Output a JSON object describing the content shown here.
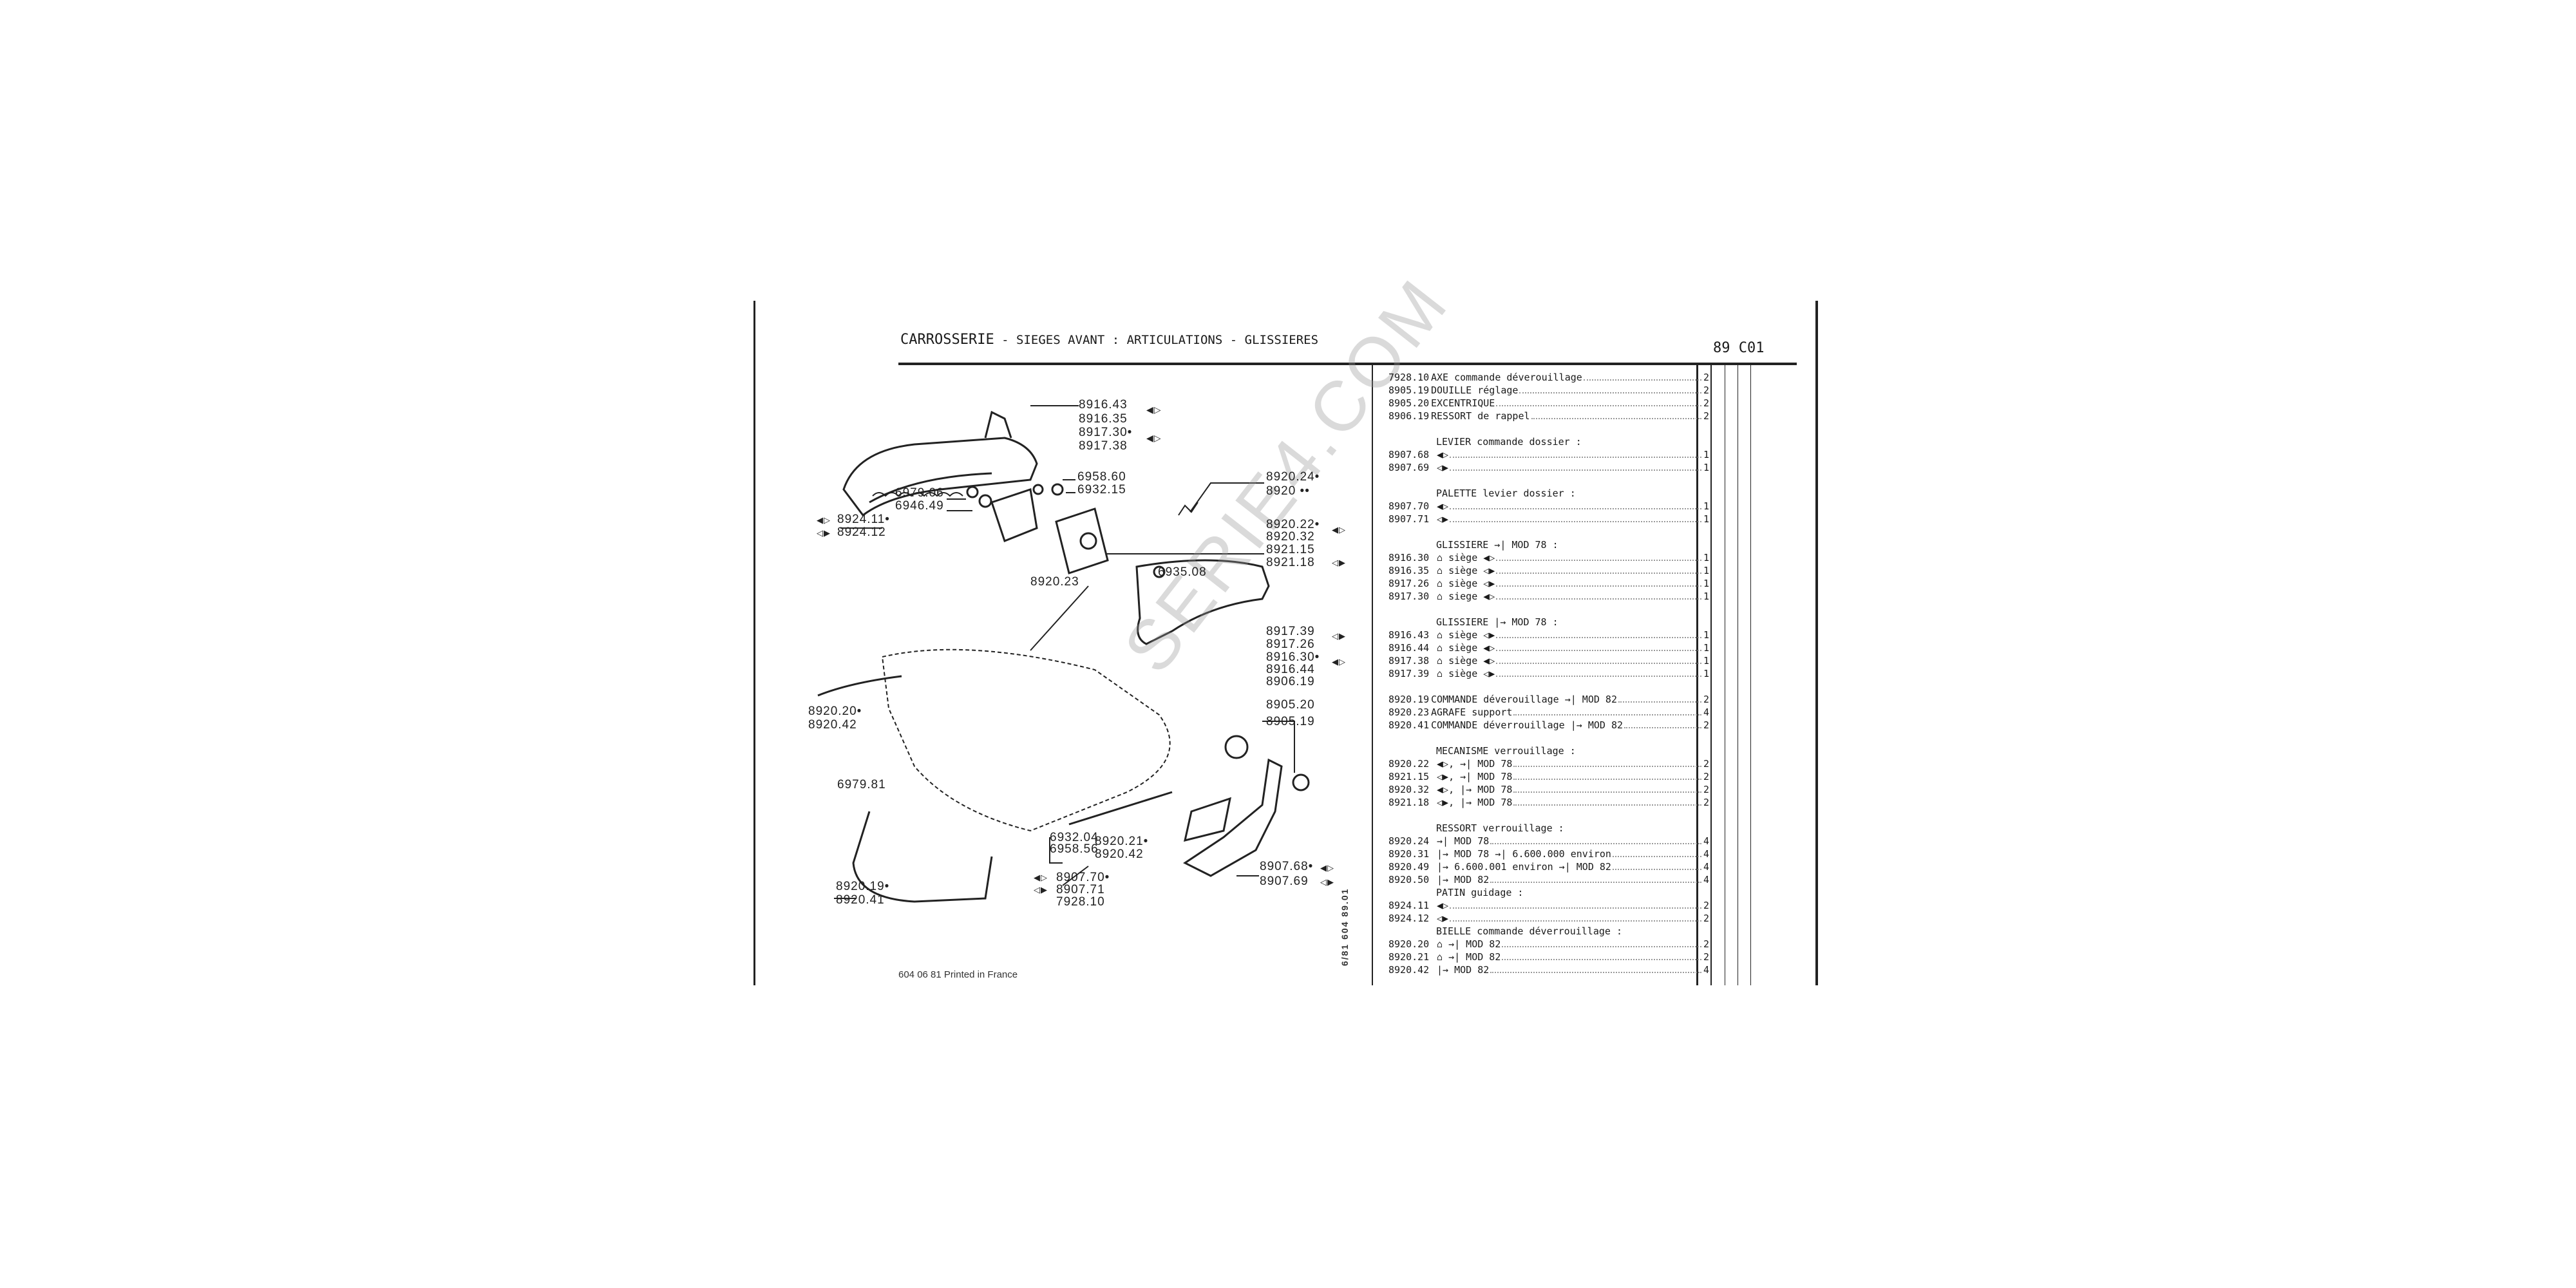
{
  "header": {
    "section": "CARROSSERIE",
    "subtitle": " - SIEGES AVANT : ARTICULATIONS - GLISSIERES",
    "page_code": "89 C01"
  },
  "watermark": "SERIE4.COM",
  "footer": {
    "printed": "604  06 81 Printed in France",
    "side_code": "6/81  604  89.01"
  },
  "diagram": {
    "labels": [
      "8916.43",
      "8916.35",
      "8917.30•",
      "8917.38",
      "6958.60",
      "6932.15",
      "6979.06",
      "6946.49",
      "8924.11•",
      "8924.12",
      "8920.24•",
      "8920 ••",
      "8920.22•",
      "8920.32",
      "8921.15",
      "8921.18",
      "6935.08",
      "8920.23",
      "8917.39",
      "8917.26",
      "8916.30•",
      "8916.44",
      "8906.19",
      "8905.20",
      "8905.19",
      "8920.20•",
      "8920.42",
      "6979.81",
      "6932.04",
      "6958.56",
      "8920.21•",
      "8920.42",
      "8920.19•",
      "8920.41",
      "8907.70•",
      "8907.71",
      "7928.10",
      "8907.68•",
      "8907.69"
    ],
    "symbols": [
      "◀▷",
      "◁▶"
    ]
  },
  "parts": [
    {
      "ref": "7928.10",
      "desc": "AXE commande déverouillage",
      "qty": "2"
    },
    {
      "ref": "8905.19",
      "desc": "DOUILLE réglage",
      "qty": "2"
    },
    {
      "ref": "8905.20",
      "desc": "EXCENTRIQUE",
      "qty": "2"
    },
    {
      "ref": "8906.19",
      "desc": "RESSORT de rappel",
      "qty": "2"
    },
    {
      "type": "heading",
      "blank_before": true,
      "desc": "LEVIER commande dossier :"
    },
    {
      "ref": "8907.68",
      "desc": " ◀▷",
      "qty": "1"
    },
    {
      "ref": "8907.69",
      "desc": " ◁▶",
      "qty": "1"
    },
    {
      "type": "heading",
      "blank_before": true,
      "desc": "PALETTE levier dossier :"
    },
    {
      "ref": "8907.70",
      "desc": " ◀▷",
      "qty": "1"
    },
    {
      "ref": "8907.71",
      "desc": " ◁▶",
      "qty": "1"
    },
    {
      "type": "heading",
      "blank_before": true,
      "desc": "GLISSIERE →| MOD 78 :"
    },
    {
      "ref": "8916.30",
      "desc": " ⌂ siège ◀▷",
      "qty": "1"
    },
    {
      "ref": "8916.35",
      "desc": " ⌂ siège ◁▶",
      "qty": "1"
    },
    {
      "ref": "8917.26",
      "desc": " ⌂ siège ◁▶",
      "qty": "1"
    },
    {
      "ref": "8917.30",
      "desc": " ⌂ siege ◀▷",
      "qty": "1"
    },
    {
      "type": "heading",
      "blank_before": true,
      "desc": "GLISSIERE |→ MOD 78 :"
    },
    {
      "ref": "8916.43",
      "desc": " ⌂ siège ◁▶",
      "qty": "1"
    },
    {
      "ref": "8916.44",
      "desc": " ⌂ siège ◀▷",
      "qty": "1"
    },
    {
      "ref": "8917.38",
      "desc": " ⌂ siège ◀▷",
      "qty": "1"
    },
    {
      "ref": "8917.39",
      "desc": " ⌂ siège ◁▶",
      "qty": "1"
    },
    {
      "ref": "8920.19",
      "blank_before": true,
      "desc": "COMMANDE déverouillage →| MOD 82",
      "qty": "2"
    },
    {
      "ref": "8920.23",
      "desc": "AGRAFE support",
      "qty": "4"
    },
    {
      "ref": "8920.41",
      "desc": "COMMANDE déverrouillage |→ MOD 82",
      "qty": "2"
    },
    {
      "type": "heading",
      "blank_before": true,
      "desc": "MECANISME verrouillage :"
    },
    {
      "ref": "8920.22",
      "desc": " ◀▷, →| MOD 78",
      "qty": "2"
    },
    {
      "ref": "8921.15",
      "desc": " ◁▶, →| MOD 78",
      "qty": "2"
    },
    {
      "ref": "8920.32",
      "desc": " ◀▷, |→ MOD 78",
      "qty": "2"
    },
    {
      "ref": "8921.18",
      "desc": " ◁▶, |→ MOD 78",
      "qty": "2"
    },
    {
      "type": "heading",
      "blank_before": true,
      "desc": "RESSORT verrouillage :"
    },
    {
      "ref": "8920.24",
      "desc": " →| MOD 78",
      "qty": "4"
    },
    {
      "ref": "8920.31",
      "desc": " |→ MOD 78 →| 6.600.000 environ",
      "qty": "4"
    },
    {
      "ref": "8920.49",
      "desc": " |→ 6.600.001 environ →| MOD 82",
      "qty": "4"
    },
    {
      "ref": "8920.50",
      "desc": " |→ MOD 82",
      "qty": "4"
    },
    {
      "type": "heading",
      "desc": "PATIN guidage :"
    },
    {
      "ref": "8924.11",
      "desc": " ◀▷",
      "qty": "2"
    },
    {
      "ref": "8924.12",
      "desc": " ◁▶",
      "qty": "2"
    },
    {
      "type": "heading",
      "desc": "BIELLE commande déverrouillage :"
    },
    {
      "ref": "8920.20",
      "desc": " ⌂ →| MOD 82",
      "qty": "2"
    },
    {
      "ref": "8920.21",
      "desc": " ⌂ →| MOD 82",
      "qty": "2"
    },
    {
      "ref": "8920.42",
      "desc": " |→ MOD 82",
      "qty": "4"
    }
  ]
}
